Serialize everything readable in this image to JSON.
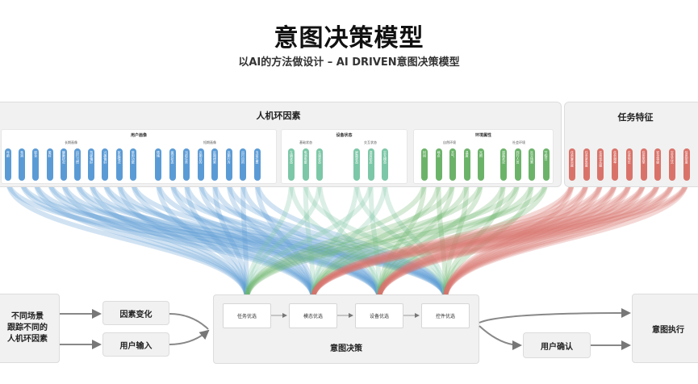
{
  "title": "意图决策模型",
  "subtitle": "以AI的方法做设计 – AI DRIVEN意图决策模型",
  "human_env": {
    "title": "人机环因素",
    "user_profile": {
      "title": "用户画像",
      "long_term": {
        "title": "长期画像",
        "pills": [
          "年龄",
          "性别",
          "职业",
          "爱好",
          "健康状况",
          "出行习惯",
          "驾驶偏好",
          "兴趣偏好",
          "家庭情况",
          "常用功能"
        ]
      },
      "short_term": {
        "title": "短期画像",
        "pills": [
          "情绪",
          "疲劳状态",
          "当前任务",
          "近期目的",
          "近期搜索",
          "近期行为",
          "出行目的",
          "当前位置"
        ]
      }
    },
    "device": {
      "title": "设备状态",
      "basic": {
        "title": "基础状态",
        "pills": [
          "车辆状态",
          "电池电量",
          "车速状态"
        ]
      },
      "interaction": {
        "title": "交互状态",
        "pills": [
          "屏幕状态",
          "语音状态",
          "交互模态"
        ]
      }
    },
    "environment": {
      "title": "环境属性",
      "natural": {
        "title": "自然环境",
        "pills": [
          "时间",
          "地点",
          "天气",
          "温度",
          "光照"
        ]
      },
      "social": {
        "title": "社会环境",
        "pills": [
          "道路状况",
          "同行人员",
          "社交场景",
          "节假日"
        ]
      }
    }
  },
  "task": {
    "title": "任务特征",
    "pills": [
      "任务复杂度",
      "任务紧急度",
      "任务优先级",
      "任务频率",
      "任务时长",
      "任务类型",
      "安全等级",
      "交互方式",
      "信息密度"
    ]
  },
  "flow": {
    "scene": "不同场景\n跟踪不同的\n人机环因素",
    "factor_change": "因素变化",
    "user_input": "用户输入",
    "decision": {
      "title": "意图决策",
      "steps": [
        "任务优选",
        "模态优选",
        "设备优选",
        "控件优选"
      ]
    },
    "user_confirm": "用户确认",
    "execute": "意图执行"
  },
  "colors": {
    "user": "#5b9bd5",
    "device": "#7cc7a7",
    "env": "#6cb36a",
    "task": "#d9736a"
  }
}
